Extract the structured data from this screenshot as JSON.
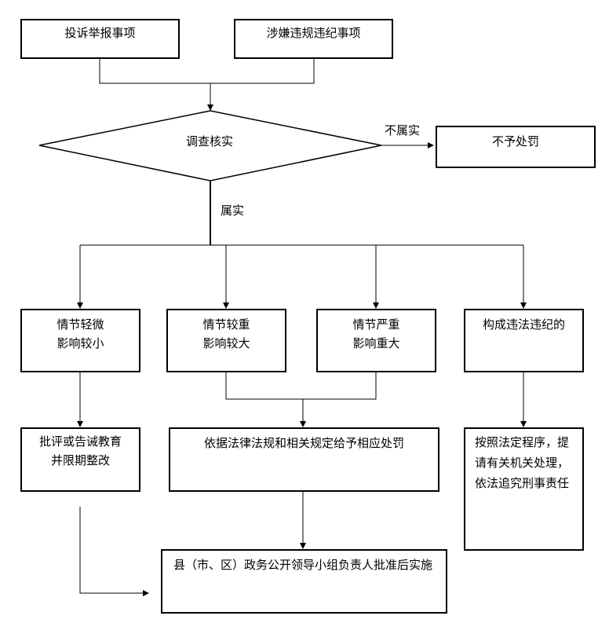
{
  "nodes": {
    "complaint": "投诉举报事项",
    "violation": "涉嫌违规违纪事项",
    "investigate": "调查核实",
    "no_penalty": "不予处罚",
    "minor": [
      "情节轻微",
      "影响较小"
    ],
    "moderate": [
      "情节较重",
      "影响较大"
    ],
    "severe": [
      "情节严重",
      "影响重大"
    ],
    "illegal": "构成违法违纪的",
    "criticize": [
      "批评或告诫教育",
      "并限期整改"
    ],
    "penalize": "依据法律法规和相关规定给予相应处罚",
    "transfer": [
      "按照法定程序，提",
      "请有关机关处理，",
      "依法追究刑事责任"
    ],
    "approval": "县（市、区）政务公开领导小组负责人批准后实施"
  },
  "edges": {
    "not_true": "不属实",
    "true": "属实"
  }
}
